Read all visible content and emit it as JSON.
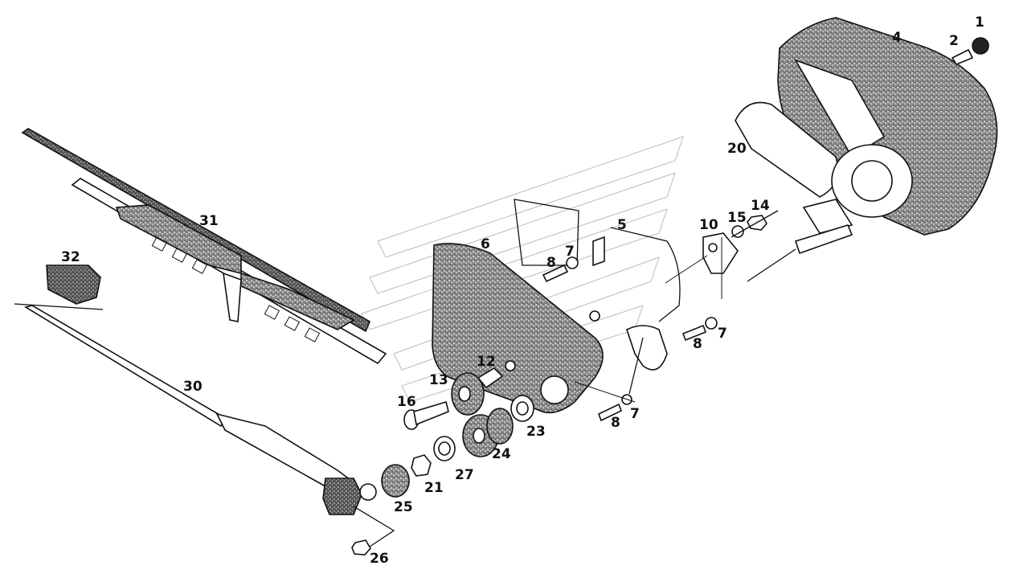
{
  "diagram": {
    "labels": {
      "p1": "1",
      "p2": "2",
      "p4": "4",
      "p5": "5",
      "p6": "6",
      "p7a": "7",
      "p7b": "7",
      "p7c": "7",
      "p8a": "8",
      "p8b": "8",
      "p8c": "8",
      "p10": "10",
      "p12": "12",
      "p13": "13",
      "p14": "14",
      "p15": "15",
      "p16": "16",
      "p20": "20",
      "p21": "21",
      "p23": "23",
      "p24": "24",
      "p25": "25",
      "p26": "26",
      "p27": "27",
      "p30": "30",
      "p31": "31",
      "p32": "32"
    }
  }
}
